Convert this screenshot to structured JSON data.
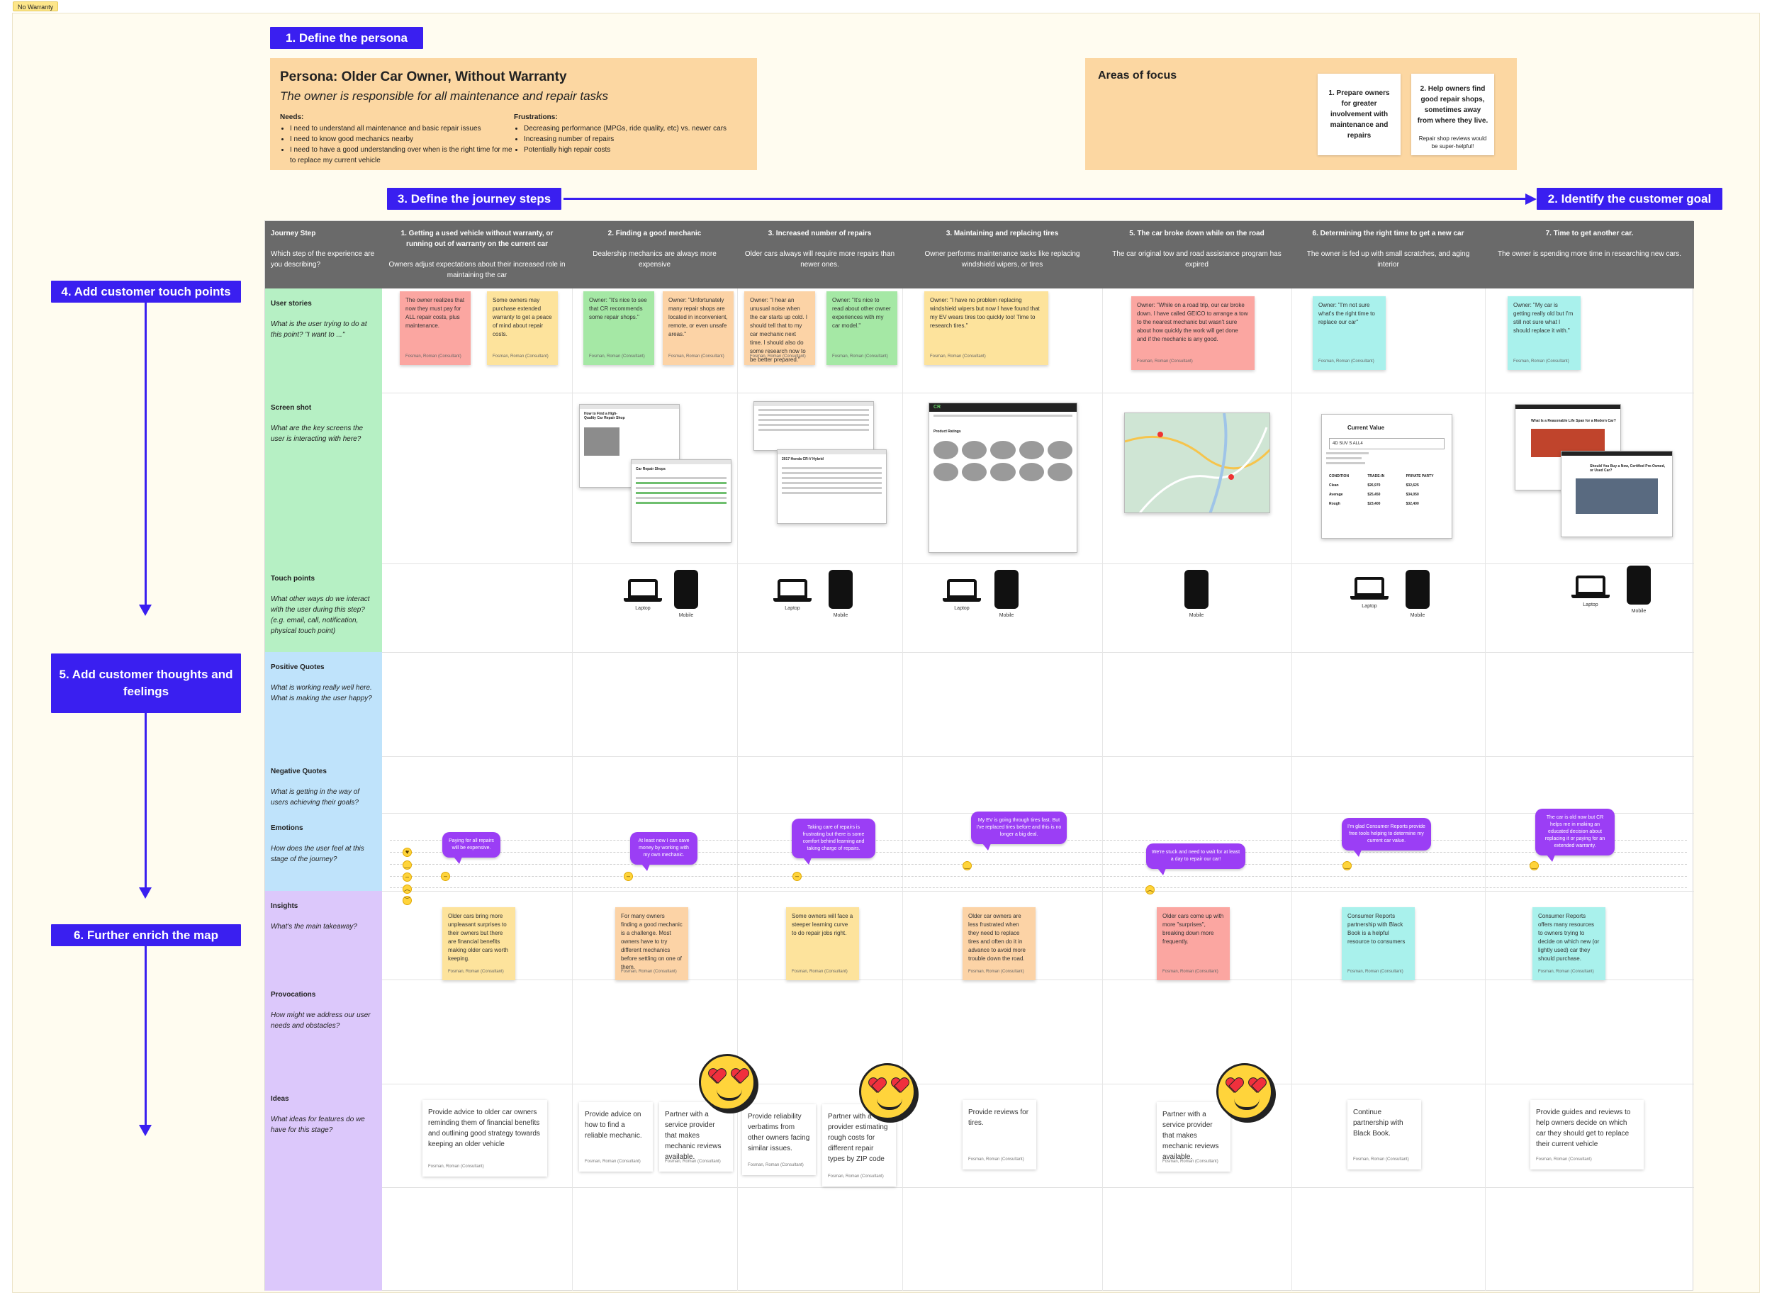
{
  "frame_tag": "No Warranty",
  "labels": {
    "define_persona": "1. Define the persona",
    "identify_goal": "2. Identify the customer goal",
    "journey_steps": "3. Define the journey steps",
    "touch_points": "4. Add customer touch points",
    "thoughts": "5. Add customer thoughts and feelings",
    "enrich": "6. Further enrich the map"
  },
  "persona": {
    "title": "Persona: Older Car Owner, Without Warranty",
    "subtitle": "The owner is responsible for all maintenance and repair tasks",
    "needs_title": "Needs:",
    "needs": [
      "I need to understand all maintenance and basic repair issues",
      "I need to know good mechanics nearby",
      "I need to have a good understanding over when is the right time for me to replace my current vehicle"
    ],
    "frustrations_title": "Frustrations:",
    "frustrations": [
      "Decreasing performance (MPGs, ride quality, etc) vs. newer cars",
      "Increasing number of repairs",
      "Potentially high repair costs"
    ]
  },
  "focus": {
    "title": "Areas of focus",
    "card1": "1. Prepare owners for greater involvement with maintenance and repairs",
    "card2": "2. Help owners find good repair shops, sometimes away from where they live.",
    "card2_note": "Repair shop reviews would be super-helpful!"
  },
  "header": {
    "label_title": "Journey Step",
    "label_desc": "Which step of the experience are you describing?",
    "steps": [
      {
        "title": "1. Getting a used vehicle without warranty, or running out of warranty on the current car",
        "desc": "Owners adjust expectations about their increased role in maintaining the car"
      },
      {
        "title": "2. Finding a good mechanic",
        "desc": "Dealership mechanics are always more expensive"
      },
      {
        "title": "3. Increased number of repairs",
        "desc": "Older cars always will require more repairs than newer ones."
      },
      {
        "title": "3. Maintaining and replacing tires",
        "desc": "Owner performs maintenance tasks like replacing windshield wipers, or tires"
      },
      {
        "title": "5. The car broke down while on the road",
        "desc": "The car original tow and road assistance program has expired"
      },
      {
        "title": "6. Determining the right time to get a new car",
        "desc": "The owner is fed up with small scratches, and aging interior"
      },
      {
        "title": "7. Time to get another car.",
        "desc": "The owner is spending more time in researching new cars."
      }
    ]
  },
  "rows": {
    "user_stories": {
      "t": "User stories",
      "d": "What is the user trying to do at this point? \"I want to ...\""
    },
    "screen_shot": {
      "t": "Screen shot",
      "d": "What are the key screens the user is interacting with here?"
    },
    "touch_points": {
      "t": "Touch points",
      "d": "What other ways do we interact with the user during this step? (e.g. email, call, notification, physical touch point)"
    },
    "positive": {
      "t": "Positive Quotes",
      "d": "What is working really well here. What is making the user happy?"
    },
    "negative": {
      "t": "Negative Quotes",
      "d": "What is getting in the way of users achieving their goals?"
    },
    "emotions": {
      "t": "Emotions",
      "d": "How does the user feel at this stage of the journey?"
    },
    "insights": {
      "t": "Insights",
      "d": "What's the main takeaway?"
    },
    "provocations": {
      "t": "Provocations",
      "d": "How might we address our user needs and obstacles?"
    },
    "ideas": {
      "t": "Ideas",
      "d": "What ideas for features do we have for this stage?"
    }
  },
  "author": "Fosman, Roman (Consultant)",
  "stories": [
    "The owner realizes that now they must pay for ALL repair costs, plus maintenance.",
    "Some owners may purchase extended warranty to get a peace of mind about repair costs.",
    "Owner: \"It's nice to see that CR recommends some repair shops.\"",
    "Owner: \"Unfortunately many repair shops are located in inconvenient, remote, or even unsafe areas.\"",
    "Owner: \"I hear an unusual noise when the car starts up cold. I should tell that to my car mechanic next time. I should also do some research now to be better prepared.\"",
    "Owner: \"It's nice to read about other owner experiences with my car model.\"",
    "Owner: \"I have no problem replacing windshield wipers but now I have found that my EV wears tires too quickly too! Time to research tires.\"",
    "Owner: \"While on a road trip, our car broke down. I have called GEICO to arrange a tow to the nearest mechanic but wasn't sure about how quickly the work will get done and if the mechanic is any good.",
    "Owner: \"I'm not sure what's the right time to replace our car\"",
    "Owner: \"My car is getting really old but I'm still not sure what I should replace it with.\""
  ],
  "screens": {
    "s2_title": "How to Find a High-Quality Car Repair Shop",
    "s2_sub": "Car Repair Shops",
    "s3_sub": "2017 Honda CR-V Hybrid",
    "s4_brand": "CR",
    "s4_sub": "Product Ratings",
    "s6_title": "Current Value",
    "s6_model": "4D SUV S ALL4",
    "s6_cols": [
      "CONDITION",
      "TRADE-IN",
      "PRIVATE PARTY"
    ],
    "s6_rows": [
      [
        "Clean",
        "$26,970",
        "$32,625"
      ],
      [
        "Average",
        "$25,450",
        "$34,050"
      ],
      [
        "Rough",
        "$23,400",
        "$32,400"
      ]
    ],
    "s7_title": "What Is a Reasonable Life Span for a Modern Car?",
    "s7_sub": "Should You Buy a New, Certified Pre-Owned, or Used Car?"
  },
  "devices": {
    "laptop": "Laptop",
    "mobile": "Mobile"
  },
  "emotions": [
    "Paying for all repairs will be expensive.",
    "At least now I can save money by working with my own mechanic.",
    "Taking care of repairs is frustrating but there is some comfort behind learning and taking charge of repairs.",
    "My EV is going through tires fast. But I've replaced tires before and this is no longer a big deal.",
    "We're stuck and need to wait for at least a day to repair our car!",
    "I'm glad Consumer Reports provide free tools helping to determine my current car value.",
    "The car is old now but CR helps me in making an educated decision about replacing it or paying for an extended warranty."
  ],
  "insights": [
    "Older cars bring more unpleasant surprises to their owners but there are financial benefits making older cars worth keeping.",
    "For many owners finding a good mechanic is a challenge. Most owners have to try different mechanics before settling on one of them.",
    "Some owners will face a steeper learning curve to do repair jobs right.",
    "Older car owners are less frustrated when they need to replace tires and often do it in advance to avoid more trouble down the road.",
    "Older cars come up with more \"surprises\", breaking down more frequently.",
    "Consumer Reports partnership with Black Book is a helpful resource to consumers",
    "Consumer Reports offers many resources to owners trying to decide on which new (or lightly used) car they should purchase."
  ],
  "ideas": [
    "Provide advice to older car owners reminding them of financial benefits and outlining good strategy towards keeping an older vehicle",
    "Provide advice on how to find a reliable mechanic.",
    "Partner with a service provider that makes mechanic reviews available.",
    "Provide reliability verbatims from other owners facing similar issues.",
    "Partner with a provider estimating rough costs for different repair types by ZIP code",
    "Provide reviews for tires.",
    "Partner with a service provider that makes mechanic reviews available.",
    "Continue partnership with Black Book.",
    "Provide guides and reviews to help owners decide on which car they should get to replace their current vehicle"
  ],
  "colors": {
    "label_bg": "#3a1ff0",
    "row_green": "#b6f0c4",
    "row_blue": "#bfe3fb",
    "row_purple": "#dcc8fb",
    "bubble": "#9b3ef5",
    "header": "#6a6a6a"
  }
}
